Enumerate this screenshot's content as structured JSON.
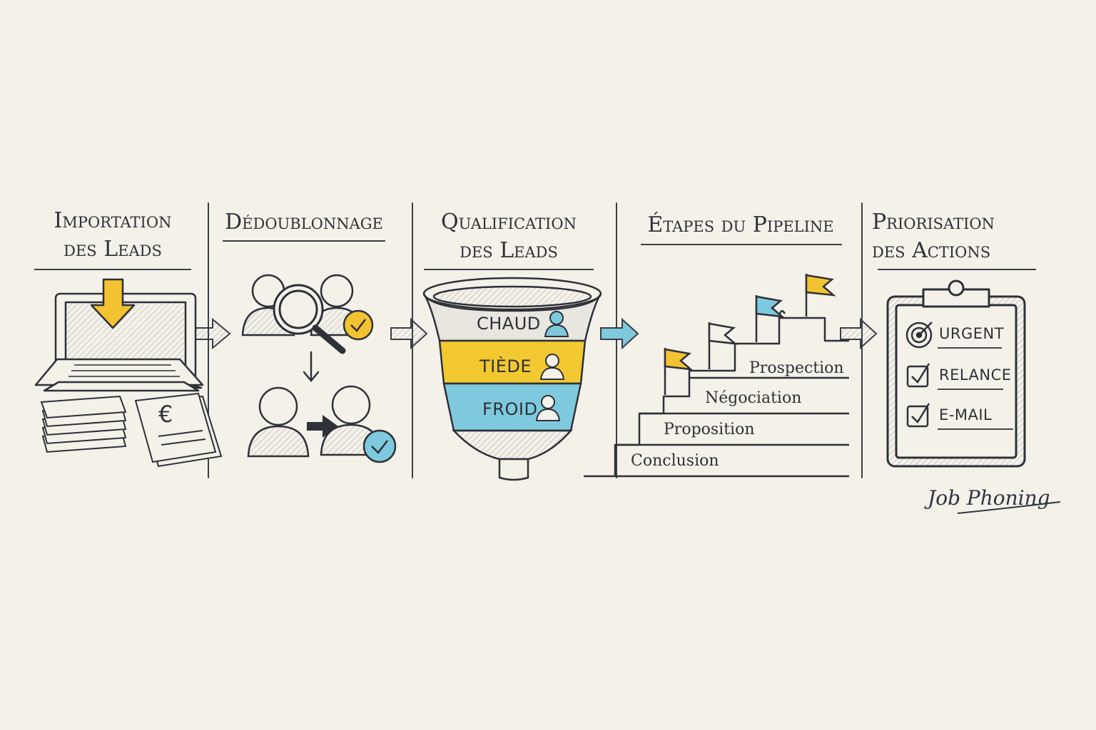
{
  "columns": [
    {
      "title_line1": "Importation",
      "title_line2": "des Leads"
    },
    {
      "title_line1": "Dédoublonnage",
      "title_line2": ""
    },
    {
      "title_line1": "Qualification",
      "title_line2": "des Leads"
    },
    {
      "title_line1": "Étapes du Pipeline",
      "title_line2": ""
    },
    {
      "title_line1": "Priorisation",
      "title_line2": "des Actions"
    }
  ],
  "invoice_symbol": "€",
  "funnel": {
    "levels": [
      {
        "label": "CHAUD",
        "color": "#e8e6df"
      },
      {
        "label": "TIÈDE",
        "color": "#f2c93a"
      },
      {
        "label": "FROID",
        "color": "#7ec9dd"
      }
    ]
  },
  "pipeline": {
    "stages": [
      "Prospection",
      "Négociation",
      "Proposition",
      "Conclusion"
    ]
  },
  "tasks": [
    {
      "label": "URGENT",
      "icon": "target-icon"
    },
    {
      "label": "RELANCE",
      "icon": "checkbox-icon"
    },
    {
      "label": "E-MAIL",
      "icon": "checkbox-icon"
    }
  ],
  "brand": "Job Phoning",
  "colors": {
    "ink": "#2e3138",
    "yellow": "#f2c230",
    "blue": "#7ec9dd",
    "paper": "#f4f1e9"
  }
}
